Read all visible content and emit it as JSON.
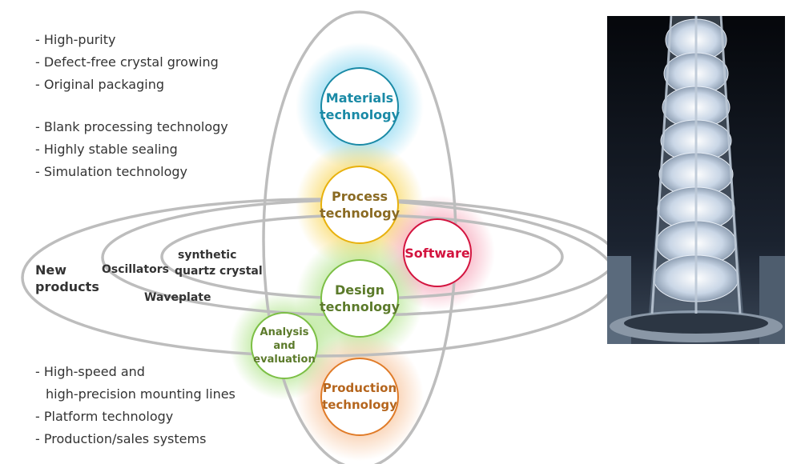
{
  "lists": {
    "top": [
      "- High-purity",
      "- Defect-free crystal growing",
      "- Original packaging"
    ],
    "middle": [
      "- Blank processing technology",
      "- Highly stable sealing",
      "- Simulation technology"
    ],
    "bottom": [
      "- High-speed and",
      "high-precision mounting lines",
      "- Platform technology",
      "- Production/sales systems"
    ]
  },
  "orbit_labels": {
    "new_products": [
      "New",
      "products"
    ],
    "oscillators": "Oscillators",
    "synthetic": [
      "synthetic",
      "quartz crystal"
    ],
    "waveplate": "Waveplate"
  },
  "circles": {
    "materials": {
      "lines": [
        "Materials",
        "technology"
      ],
      "color": "#1a8aa6",
      "glow": "#7fd3ef"
    },
    "process": {
      "lines": [
        "Process",
        "technology"
      ],
      "color": "#8a6a22",
      "glow": "#f7d24a"
    },
    "software": {
      "lines": [
        "Software"
      ],
      "color": "#d3143f",
      "glow": "#f59ab0"
    },
    "design": {
      "lines": [
        "Design",
        "technology"
      ],
      "color": "#5b7a2a",
      "glow": "#a6e07c"
    },
    "analysis": {
      "lines": [
        "Analysis",
        "and",
        "evaluation"
      ],
      "color": "#5b7a2a",
      "glow": "#a6e07c"
    },
    "production": {
      "lines": [
        "Production",
        "technology"
      ],
      "color": "#b5651d",
      "glow": "#f6b98a"
    }
  },
  "colors": {
    "orbit": "#bdbdbd",
    "text": "#333333"
  }
}
